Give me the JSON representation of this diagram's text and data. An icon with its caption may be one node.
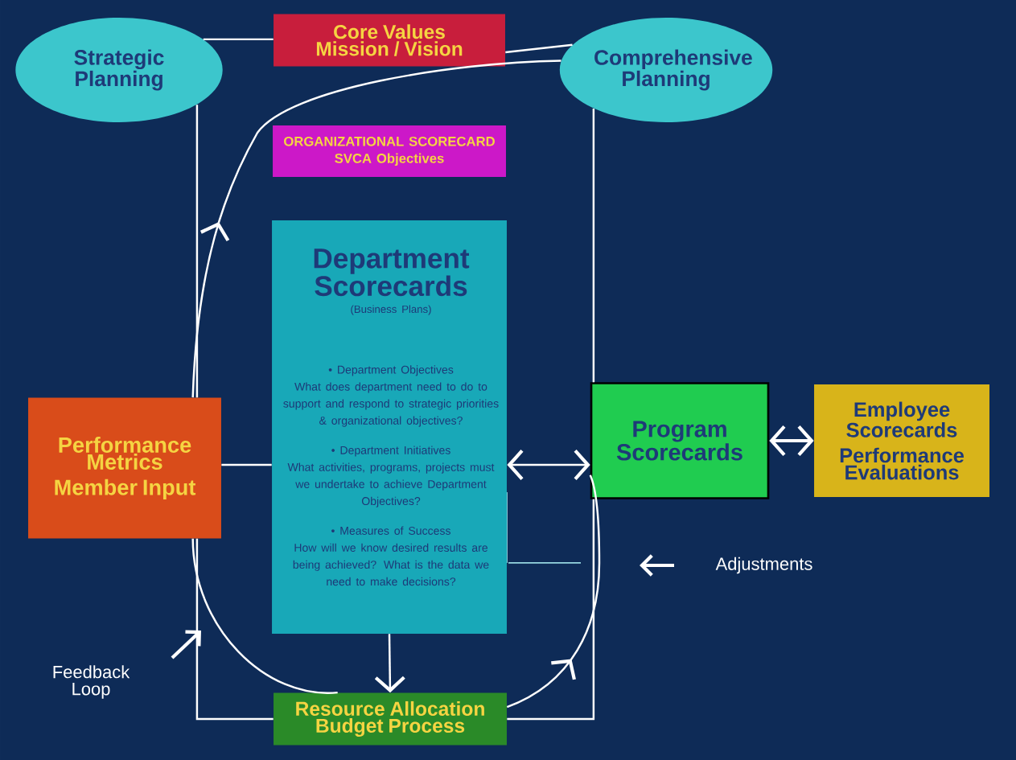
{
  "diagram": {
    "nodes": [
      {
        "text": [
          "Strategic Planning"
        ]
      },
      {
        "text": [
          "Core Values",
          "Mission / Vision"
        ]
      },
      {
        "text": [
          "Comprehensive Planning"
        ]
      },
      {
        "text": [
          "ORGANIZATIONAL SCORECARD",
          "SVCA Objectives"
        ]
      },
      {
        "text": [
          "Department Scorecards",
          "(Business Plans)",
          "• Department Objectives",
          "What does department need to do to support and respond to strategic priorities & organizational objectives?",
          "• Department Initiatives",
          "What activities, programs, projects must we undertake to achieve Department Objectives?",
          "• Measures of Success",
          "How will we know desired results are being achieved? What is the data we need to make decisions?"
        ]
      },
      {
        "text": [
          "Performance Metrics",
          "Member Input"
        ]
      },
      {
        "text": [
          "Program Scorecards"
        ]
      },
      {
        "text": [
          "Employee Scorecards",
          "Performance Evaluations"
        ]
      },
      {
        "text": [
          "Resource Allocation Budget Process"
        ]
      }
    ],
    "edges": [
      {
        "from": 0,
        "to": 1,
        "arrow": "none"
      },
      {
        "from": 1,
        "to": 2,
        "arrow": "none"
      },
      {
        "from": 0,
        "to": 5,
        "arrow": "none"
      },
      {
        "from": 5,
        "to": 8,
        "arrow": "none"
      },
      {
        "from": 2,
        "to": 6,
        "arrow": "none"
      },
      {
        "from": 6,
        "to": 8,
        "arrow": "none"
      },
      {
        "from": 5,
        "to": 4,
        "arrow": "none"
      },
      {
        "from": 4,
        "to": 6,
        "arrow": "both"
      },
      {
        "from": 6,
        "to": 7,
        "arrow": "both"
      },
      {
        "from": 4,
        "to": 8,
        "arrow": "to"
      },
      {
        "from": 5,
        "to": 2,
        "arrow": "to"
      },
      {
        "from": 8,
        "to": 5,
        "arrow": "none"
      },
      {
        "from": 8,
        "to": 6,
        "arrow": "to"
      }
    ],
    "labels": [
      "Adjustments",
      "Feedback Loop"
    ]
  }
}
